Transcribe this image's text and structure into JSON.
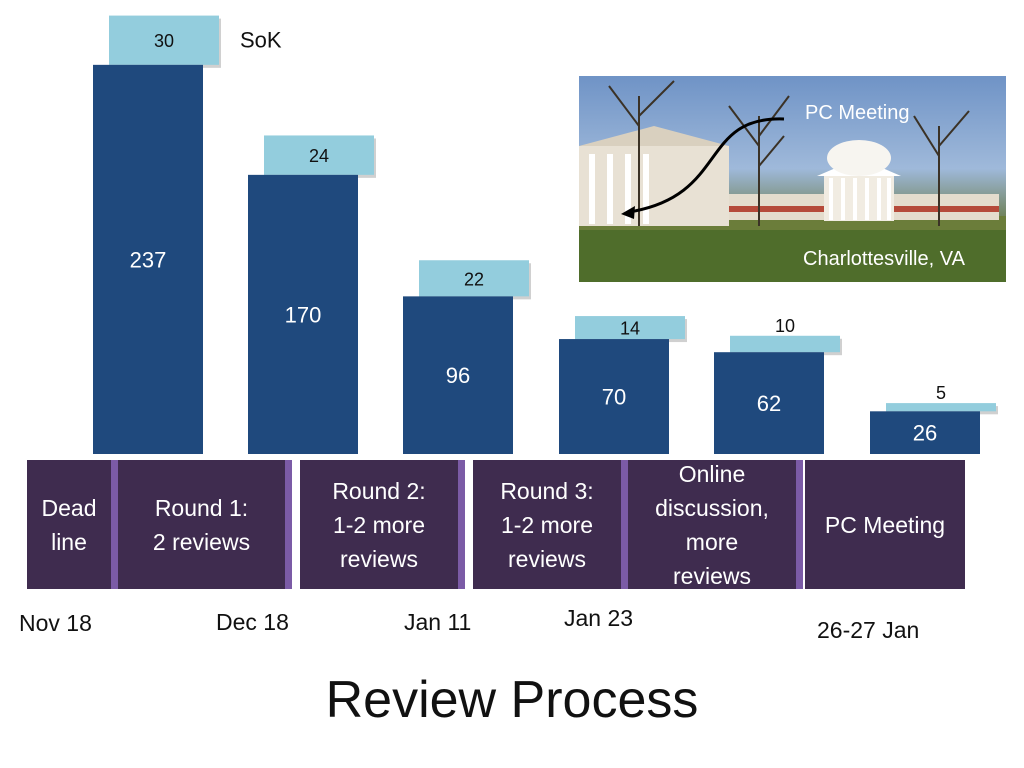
{
  "chart_data": {
    "type": "bar",
    "stacked": true,
    "categories": [
      "Dead line",
      "Round 1",
      "Round 2",
      "Round 3",
      "Online discussion",
      "PC Meeting"
    ],
    "series": [
      {
        "values": [
          237,
          170,
          96,
          70,
          62,
          26
        ],
        "color": "#1f497d"
      },
      {
        "name": "SoK",
        "values": [
          30,
          24,
          22,
          14,
          10,
          5
        ],
        "color": "#93cddd"
      }
    ],
    "grid": false,
    "legend": "top-left"
  },
  "stages": [
    {
      "label": "Dead\nline"
    },
    {
      "label": "Round 1:\n2 reviews"
    },
    {
      "label": "Round 2:\n1-2 more\nreviews"
    },
    {
      "label": "Round 3:\n1-2 more\nreviews"
    },
    {
      "label": "Online\ndiscussion,\nmore\nreviews"
    },
    {
      "label": "PC Meeting"
    }
  ],
  "dates": [
    "Nov 18",
    "Dec 18",
    "Jan 11",
    "Jan 23",
    "26-27 Jan"
  ],
  "photo": {
    "callout": "PC Meeting",
    "location": "Charlottesville, VA"
  },
  "title": "Review Process",
  "colors": {
    "stage_background": "#3f2c4f",
    "stage_separator": "#7b5ba6"
  }
}
